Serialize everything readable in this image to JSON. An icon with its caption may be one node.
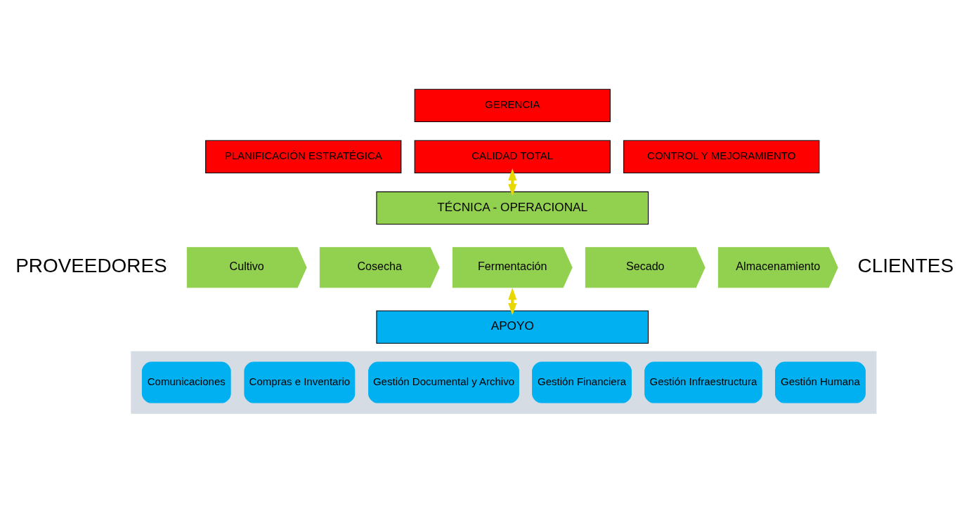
{
  "diagram": {
    "nodes": [
      {
        "text": [
          "GERENCIA"
        ]
      },
      {
        "text": [
          "PLANIFICACIÓN ESTRATÉGICA"
        ]
      },
      {
        "text": [
          "CALIDAD TOTAL"
        ]
      },
      {
        "text": [
          "CONTROL Y MEJORAMIENTO"
        ]
      },
      {
        "text": [
          "TÉCNICA - OPERACIONAL"
        ]
      },
      {
        "text": [
          "Cultivo"
        ]
      },
      {
        "text": [
          "Cosecha"
        ]
      },
      {
        "text": [
          "Fermentación"
        ]
      },
      {
        "text": [
          "Secado"
        ]
      },
      {
        "text": [
          "Almacenamiento"
        ]
      },
      {
        "text": [
          "APOYO"
        ]
      },
      {
        "text": [],
        "shape": "arrow"
      },
      {
        "text": [
          "Gestión Humana"
        ],
        "in": 11
      },
      {
        "text": [
          "Gestión Infraestructura"
        ],
        "in": 11
      },
      {
        "text": [
          "Gestión Financiera"
        ],
        "in": 11
      },
      {
        "text": [
          "Gestión Documental y Archivo"
        ],
        "in": 11
      },
      {
        "text": [
          "Compras e Inventario"
        ],
        "in": 11
      },
      {
        "text": [
          "Comunicaciones"
        ],
        "in": 11
      }
    ],
    "edges": [
      {
        "from": 2,
        "to": 4,
        "arrow": "both"
      },
      {
        "from": 7,
        "to": 10,
        "arrow": "both"
      }
    ],
    "labels": [
      "PROVEEDORES",
      "CLIENTES"
    ]
  }
}
